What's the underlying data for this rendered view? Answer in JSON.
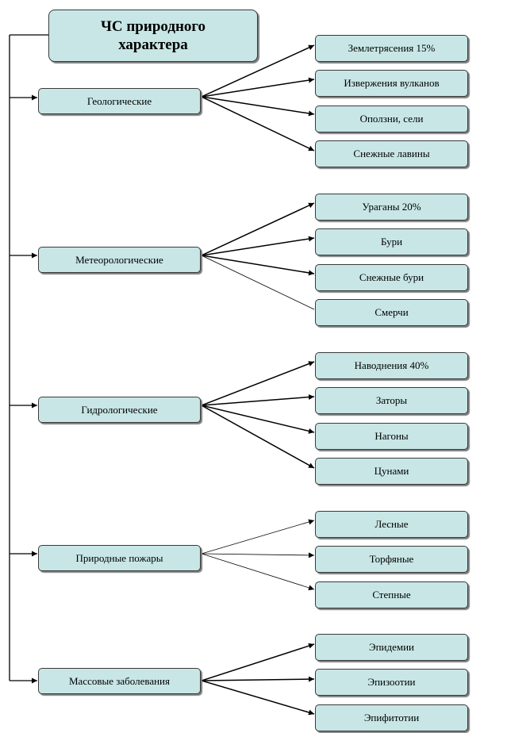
{
  "title": {
    "line1": "ЧС природного",
    "line2": "характера"
  },
  "categories": [
    {
      "label": "Геологические",
      "items": [
        "Землетрясения 15%",
        "Извержения вулканов",
        "Оползни, сели",
        "Снежные лавины"
      ]
    },
    {
      "label": "Метеорологические",
      "items": [
        "Ураганы 20%",
        "Бури",
        "Снежные бури",
        "Смерчи"
      ]
    },
    {
      "label": "Гидрологические",
      "items": [
        "Наводнения 40%",
        "Заторы",
        "Нагоны",
        "Цунами"
      ]
    },
    {
      "label": "Природные пожары",
      "items": [
        "Лесные",
        "Торфяные",
        "Степные"
      ]
    },
    {
      "label": "Массовые заболевания",
      "items": [
        "Эпидемии",
        "Эпизоотии",
        "Эпифитотии"
      ]
    }
  ],
  "colors": {
    "box_fill": "#c8e6e6",
    "box_border": "#3a3a3a",
    "line": "#000000"
  }
}
